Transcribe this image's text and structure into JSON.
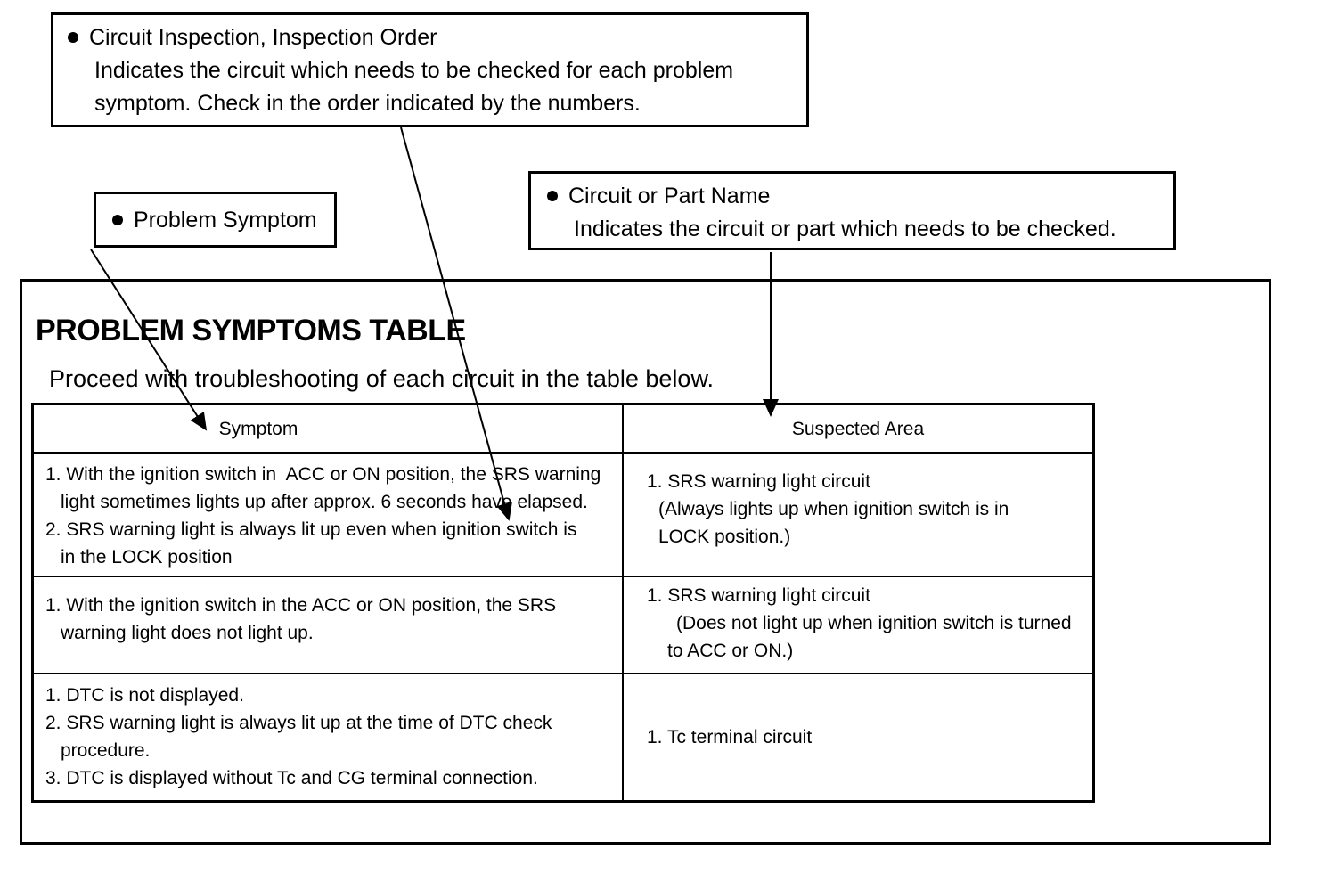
{
  "icons": {
    "bullet": "filled-circle"
  },
  "callout_inspection": {
    "title": "Circuit Inspection, Inspection Order",
    "desc_line1": "Indicates the circuit which needs to be checked for each problem",
    "desc_line2": "symptom. Check in the order indicated by the numbers."
  },
  "callout_problem_symptom": {
    "title": "Problem Symptom"
  },
  "callout_circuit_part": {
    "title": "Circuit or Part Name",
    "desc_line1": "Indicates the circuit or part which needs to be checked."
  },
  "page": {
    "title": "PROBLEM SYMPTOMS TABLE",
    "subtitle": "Proceed with troubleshooting of each circuit in the table below."
  },
  "table": {
    "header_symptom": "Symptom",
    "header_suspected": "Suspected Area",
    "rows": [
      {
        "symptom_lines": [
          "1. With the ignition switch in  ACC or ON position, the SRS warning",
          "light sometimes lights up after approx. 6 seconds have elapsed.",
          "2. SRS warning light is always lit up even when ignition switch is",
          "in the LOCK position"
        ],
        "suspected_lines": [
          "1. SRS warning light circuit",
          "(Always lights up when ignition switch is in",
          "LOCK position.)"
        ]
      },
      {
        "symptom_lines": [
          "1. With the ignition switch in the ACC or ON position, the SRS",
          "warning light does not light up."
        ],
        "suspected_lines": [
          "1. SRS warning light circuit",
          "(Does not light up when ignition switch is turned",
          "to ACC or ON.)"
        ]
      },
      {
        "symptom_lines": [
          "1. DTC is not displayed.",
          "2. SRS warning light is always lit up at the time of DTC check",
          "procedure.",
          "3. DTC is displayed without Tc and CG terminal connection."
        ],
        "suspected_lines": [
          "1. Tc terminal circuit"
        ]
      }
    ]
  }
}
